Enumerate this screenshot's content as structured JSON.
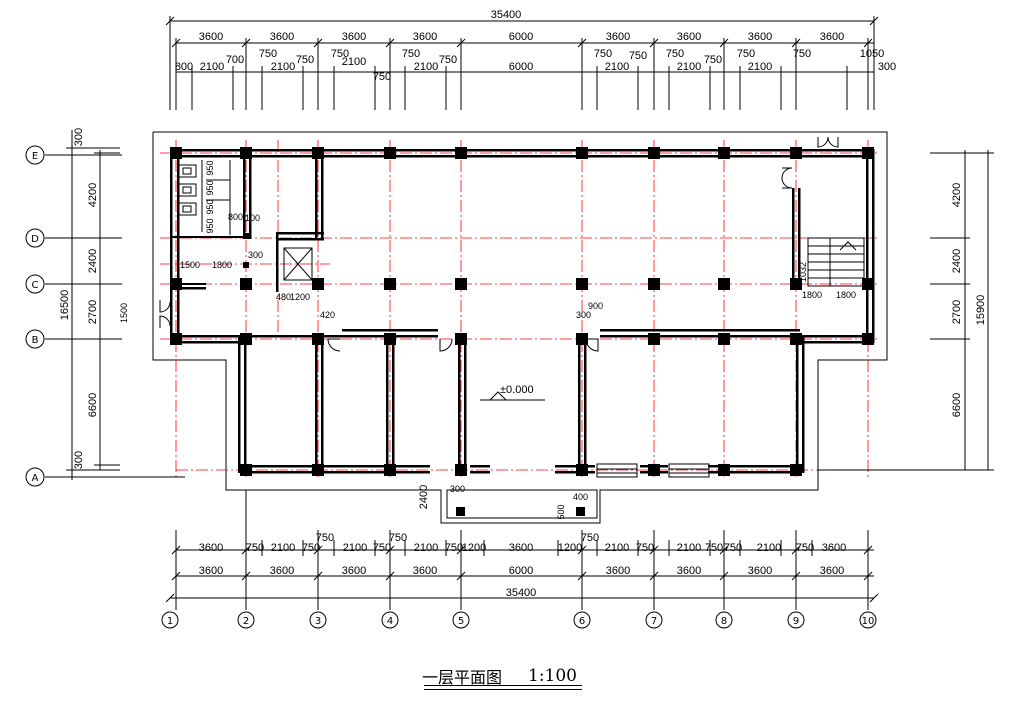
{
  "title": {
    "name": "一层平面图",
    "scale": "1:100"
  },
  "colors": {
    "line": "#000000",
    "axis": "#ff0000",
    "wall": "#000000"
  },
  "top_overall": "35400",
  "top_row1": [
    "3600",
    "3600",
    "3600",
    "3600",
    "6000",
    "3600",
    "3600",
    "3600",
    "3600"
  ],
  "top_row2": [
    "800",
    "2100",
    "700",
    "750",
    "2100",
    "750",
    "750",
    "2100",
    "750",
    "2100",
    "750",
    "6000",
    "750",
    "2100",
    "750",
    "750",
    "2100",
    "750",
    "750",
    "2100",
    "750",
    "1050",
    "300"
  ],
  "bottom_row1": [
    "3600",
    "750",
    "2100",
    "750",
    "2100",
    "750",
    "2100",
    "750",
    "1200",
    "3600",
    "1200",
    "750",
    "2100",
    "750",
    "2100",
    "750",
    "750",
    "2100",
    "750",
    "3600"
  ],
  "bottom_row2": [
    "3600",
    "3600",
    "3600",
    "3600",
    "6000",
    "3600",
    "3600",
    "3600",
    "3600"
  ],
  "bottom_overall": "35400",
  "col_axes": [
    "1",
    "2",
    "3",
    "4",
    "5",
    "6",
    "7",
    "8",
    "9",
    "10"
  ],
  "row_axes": [
    "E",
    "D",
    "C",
    "B",
    "A"
  ],
  "left_dims": [
    "300",
    "4200",
    "2400",
    "2700",
    "6600",
    "300"
  ],
  "left_overall": "16500",
  "right_dims": [
    "4200",
    "2400",
    "2700",
    "6600"
  ],
  "right_overall": "15900",
  "annotations": {
    "level": "±0.000",
    "toilet_950_1": "950",
    "toilet_950_2": "950",
    "toilet_950_3": "950",
    "toilet_950_4": "950",
    "d800": "800",
    "d100": "100",
    "d300a": "300",
    "d1500": "1500",
    "d1800": "1800",
    "d480": "480",
    "d1200": "1200",
    "d420": "420",
    "d1500v": "1500",
    "d900": "900",
    "d300b": "300",
    "d1032": "1032",
    "d1800a": "1800",
    "d1800b": "1800",
    "d2400": "2400",
    "d300c": "300",
    "d400": "400",
    "d500": "500",
    "extra750a": "750",
    "extra750b": "750",
    "extra750c": "750"
  }
}
